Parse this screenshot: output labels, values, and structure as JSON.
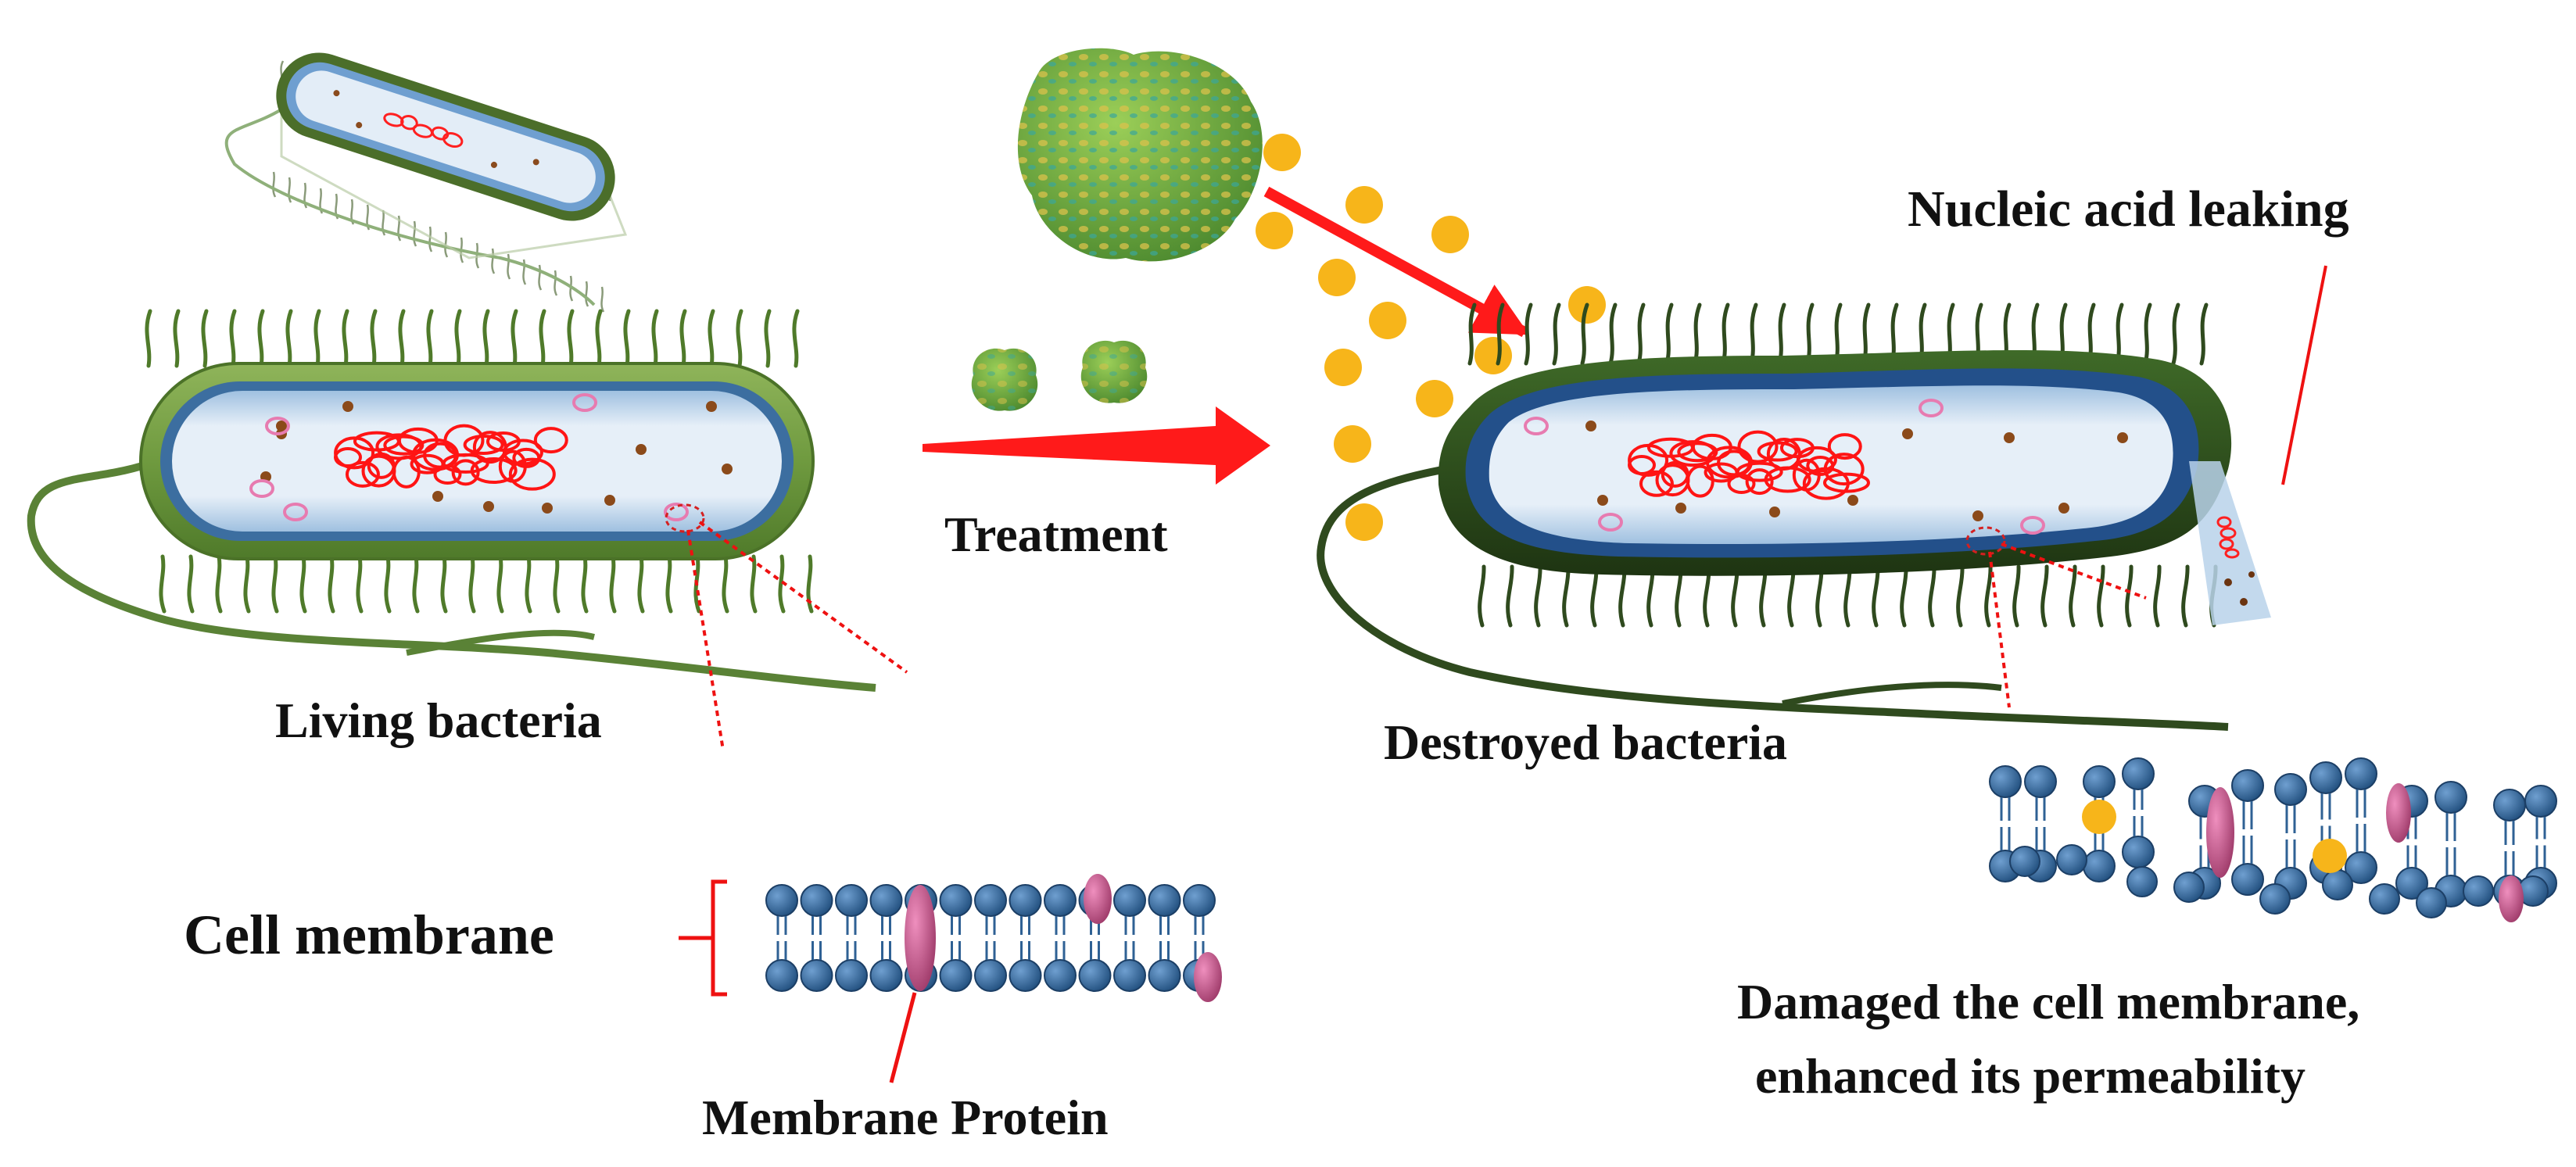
{
  "labels": {
    "living_bacteria": "Living bacteria",
    "treatment": "Treatment",
    "destroyed_bacteria": "Destroyed bacteria",
    "nucleic_acid_leaking": "Nucleic acid leaking",
    "cell_membrane": "Cell membrane",
    "membrane_protein": "Membrane Protein",
    "damaged_line1": "Damaged the cell membrane,",
    "damaged_line2": "enhanced its permeability"
  },
  "colors": {
    "arrow": "#ff1a1a",
    "pointer_line": "#ee1111",
    "cell_wall_outer": "#5f8a36",
    "cell_wall_dark": "#2f4a1e",
    "cytoplasm": "#dce8f5",
    "membrane_head": "#2f6194",
    "membrane_protein": "#c4568a",
    "nanoparticle": "#f7b51a",
    "nanocluster": "#6aa83a"
  }
}
